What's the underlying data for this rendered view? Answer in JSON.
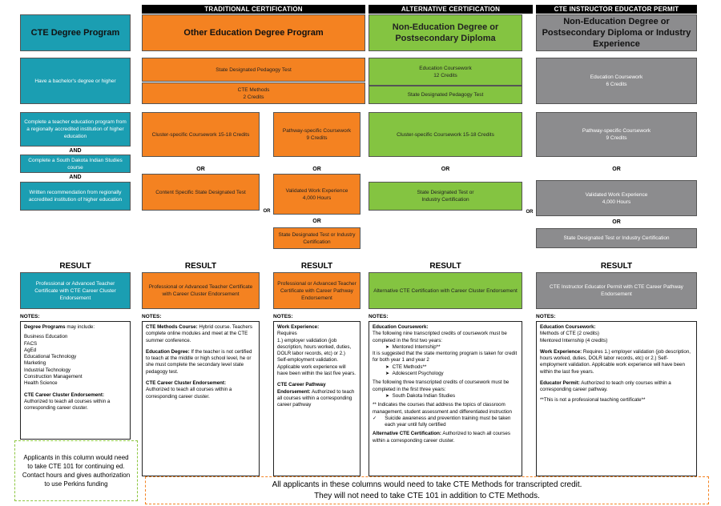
{
  "headers": {
    "traditional": "TRADITIONAL CERTIFICATION",
    "alternative": "ALTERNATIVE CERTIFICATION",
    "permit": "CTE INSTRUCTOR EDUCATOR PERMIT"
  },
  "columns": {
    "c1": {
      "title": "CTE Degree Program",
      "req1": "Have a bachelor's degree or higher",
      "req2": "Complete a teacher education program from a regionally accredited institution of higher education",
      "and1": "AND",
      "req3": "Complete a South Dakota Indian Studies course",
      "and2": "AND",
      "req4": "Written recommendation from regionally accredited institution of higher education"
    },
    "c2": {
      "title": "Other Education Degree Program",
      "pedagogy": "State Designated Pedagogy Test",
      "methods": "CTE Methods\n2 Credits",
      "cluster": "Cluster-specific Coursework 15-18 Credits",
      "or": "OR",
      "content_test": "Content Specific State Designated Test"
    },
    "c3": {
      "pathway": "Pathway-specific Coursework\n9 Credits",
      "or1": "OR",
      "work_exp": "Validated Work Experience\n4,000 Hours",
      "or2": "OR",
      "state_test": "State Designated Test or Industry Certification",
      "or_side": "OR"
    },
    "c4": {
      "title": "Non-Education Degree or Postsecondary Diploma",
      "edu_coursework": "Education Coursework\n12 Credits",
      "pedagogy": "State Designated Pedagogy Test",
      "cluster": "Cluster-specific Coursework 15-18 Credits",
      "or": "OR",
      "state_test": "State Designated Test or\nIndustry Certification",
      "or_side": "OR"
    },
    "c5": {
      "title": "Non-Education Degree or Postsecondary Diploma or Industry Experience",
      "edu_coursework": "Education Coursework\n6 Credits",
      "pathway": "Pathway-specific Coursework\n9 Credits",
      "or1": "OR",
      "work_exp": "Validated Work Experience\n4,000 Hours",
      "or2": "OR",
      "state_test": "State Designated Test or Industry Certification"
    }
  },
  "results": {
    "label": "RESULT",
    "r1": "Professional or Advanced Teacher Certificate with CTE Career Cluster Endorsement",
    "r2": "Professional or Advanced Teacher Certificate with Career Cluster Endorsement",
    "r3": "Professional or Advanced Teacher Certificate with Career Pathway Endorsement",
    "r4": "Alternative CTE Certification with Career Cluster Endorsement",
    "r5": "CTE Instructor Educator Permit with CTE Career Pathway Endorsement"
  },
  "notes": {
    "label": "NOTES:",
    "n1": {
      "heading": "Degree Programs",
      "heading_rest": " may include:",
      "items": [
        "Business Education",
        "FACS",
        "AgEd",
        "Educational Technology",
        "Marketing",
        "Industrial Technology",
        "Construction Management",
        "Health Science"
      ],
      "cluster_heading": "CTE Career Cluster Endorsement:",
      "cluster_text": "Authorized to teach all courses within a corresponding career cluster."
    },
    "n2": {
      "methods_heading": "CTE Methods Course:",
      "methods_text": " Hybrid course. Teachers complete online modules and meet at the CTE summer conference.",
      "degree_heading": "Education Degree:",
      "degree_text": " If the teacher is not certified to teach at the middle or high school level, he or she must complete the secondary level state pedagogy test.",
      "cluster_heading": "CTE Career Cluster Endorsement:",
      "cluster_text": "Authorized to teach all courses within a corresponding career cluster."
    },
    "n3": {
      "work_heading": "Work Experience:",
      "work_text": "Requires\n1.) employer validation (job description, hours worked, duties, DOLR labor records, etc) or 2.) Self-employment validation. Applicable work experience will have been within the last five years.",
      "pathway_heading": "CTE Career Pathway Endorsement:",
      "pathway_text": " Authorized to teach all courses within a corresponding career pathway"
    },
    "n4": {
      "edu_heading": "Education Coursework:",
      "edu_text1": "The following nine transcripted credits of coursework must be completed in the first two years:",
      "b1": "Mentored Internship**",
      "edu_text2": "It is suggested that the state mentoring program is taken for credit for both year 1 and year 2",
      "b2": "CTE Methods**",
      "b3": "Adolescent Psychology",
      "edu_text3": "The following three transcripted credits of coursework must be completed in the first three years:",
      "b4": "South Dakota Indian Studies",
      "star_note": "** Indicates the courses that address the topics of classroom management, student assessment and differentiated instruction",
      "check_note": "Suicide awareness and prevention training must be taken each year until fully certified",
      "alt_heading": "Alternative CTE Certification:",
      "alt_text": " Authorized to teach all courses within a corresponding career cluster."
    },
    "n5": {
      "edu_heading": "Education Coursework:",
      "edu_text": "Methods of CTE (2 credits)\nMentored Internship (4 credits)",
      "work_heading": "Work Experience:",
      "work_text": " Requires 1.) employer validation (job description, hours worked, duties, DOLR labor records, etc) or 2.) Self-employment validation. Applicable work experience will have been within the last five years.",
      "permit_heading": "Educator Permit:",
      "permit_text": " Authorized to teach only courses within a corresponding career pathway.",
      "star_text": "**This is not a professional teaching certificate**"
    }
  },
  "callouts": {
    "green": "Applicants in this column would need to take CTE 101 for continuing ed. Contact hours and gives authorization to use Perkins funding",
    "orange_line1": "All applicants in these columns would need to take CTE Methods for transcripted credit.",
    "orange_line2": "They will not need to take CTE 101 in addition to CTE Methods."
  },
  "colors": {
    "teal": "#1b9eb2",
    "orange": "#f48221",
    "green": "#84c441",
    "gray": "#8c8c8e"
  }
}
